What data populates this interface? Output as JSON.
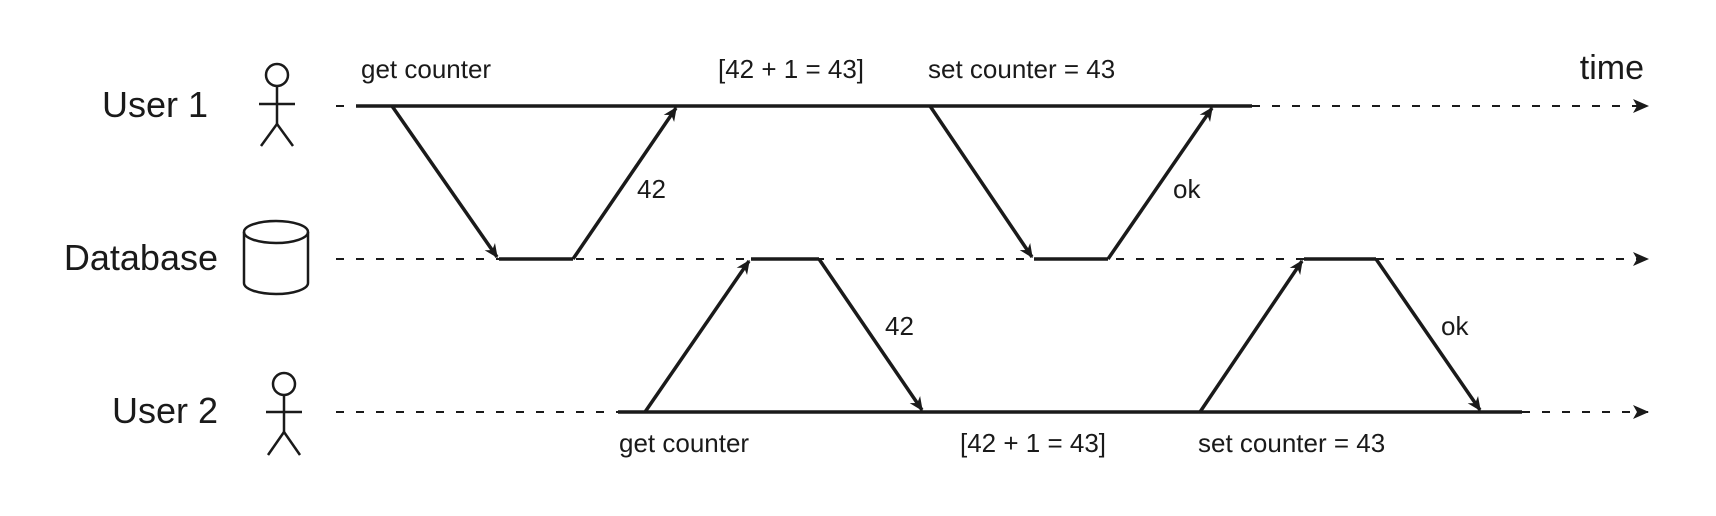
{
  "lanes": {
    "user1": "User 1",
    "database": "Database",
    "user2": "User 2"
  },
  "time_label": "time",
  "user1_ops": {
    "get": "get counter",
    "compute": "[42 + 1 = 43]",
    "set": "set counter = 43"
  },
  "user2_ops": {
    "get": "get counter",
    "compute": "[42 + 1 = 43]",
    "set": "set counter = 43"
  },
  "responses": {
    "user1_get": "42",
    "user1_set": "ok",
    "user2_get": "42",
    "user2_set": "ok"
  },
  "icons": {
    "user1": "person-icon",
    "database": "database-cylinder-icon",
    "user2": "person-icon"
  }
}
